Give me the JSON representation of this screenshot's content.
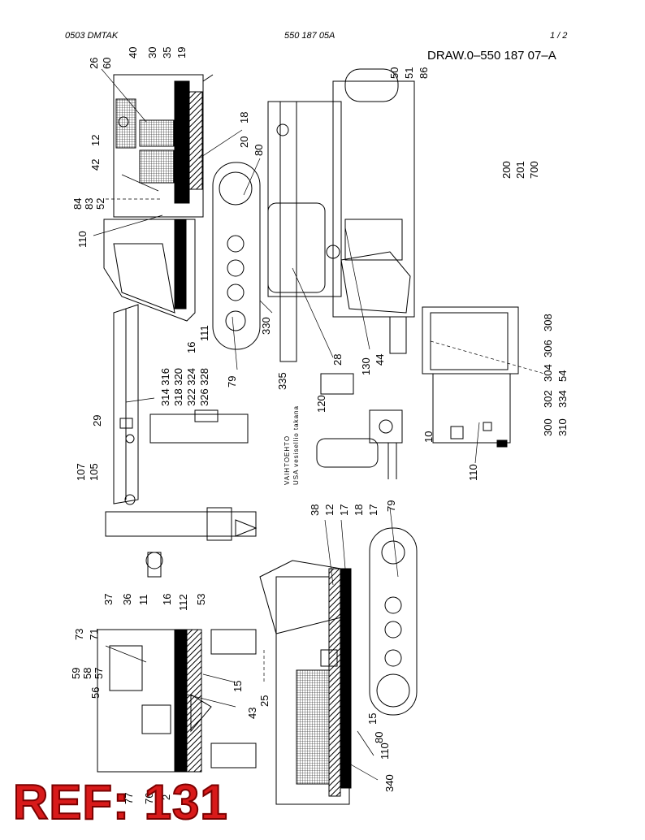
{
  "header": {
    "left_code": "0503   DMTAK",
    "center_code": "550 187 05A",
    "page": "1 /  2"
  },
  "drawing_number": "DRAW.0–550 187 07–A",
  "callouts": {
    "top_view": [
      "26",
      "60",
      "40",
      "30",
      "35",
      "19",
      "12",
      "42",
      "84",
      "83",
      "52",
      "110",
      "18",
      "20",
      "80",
      "16",
      "111",
      "50",
      "51",
      "86",
      "330",
      "335",
      "28",
      "130",
      "44",
      "79",
      "200",
      "201",
      "700"
    ],
    "boom": [
      "314 316",
      "318 320",
      "322 324",
      "326 328",
      "29",
      "107",
      "105"
    ],
    "cabin": [
      "308",
      "306",
      "304",
      "54",
      "302",
      "334",
      "300",
      "310",
      "10",
      "110"
    ],
    "tank": [
      "120"
    ],
    "front_view": [
      "73",
      "71",
      "37",
      "36",
      "11",
      "16",
      "112",
      "53",
      "59",
      "58",
      "57",
      "56",
      "15",
      "43",
      "25",
      "77",
      "76",
      "2"
    ],
    "side_view": [
      "38",
      "12",
      "17",
      "18",
      "17",
      "79",
      "15",
      "80",
      "110",
      "340"
    ]
  },
  "note": {
    "line1": "VAIHTOEHTO",
    "line2": "USA vesisellio takana"
  },
  "reference": "REF: 131",
  "colors": {
    "reference": "#d81a1a"
  }
}
